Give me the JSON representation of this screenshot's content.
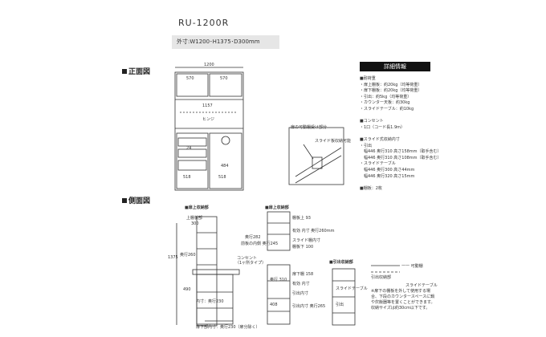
{
  "model": "RU-1200R",
  "dimensions_bar": "外寸:W1200･H1375･D300mm",
  "sections": {
    "front": "正面図",
    "side": "側面図"
  },
  "front": {
    "width_label": "1200",
    "upper_left": "570",
    "upper_right": "570",
    "mid_width": "1157",
    "hinge_label": "ヒンジ",
    "lower_h": "24",
    "lower_left": "518",
    "lower_right": "518",
    "lower_mid": "484"
  },
  "spec": {
    "title": "詳細情報",
    "lines": [
      "■耐荷重",
      "・扉上棚板：約20kg（均等荷重）",
      "・扉下棚板：約20kg（均等荷重）",
      "・引出：約5kg（均等荷重）",
      "・カウンター天板：約30kg",
      "・スライドテーブル：約10kg",
      "",
      "■コンセント",
      "・1口（コード長1.9m）",
      "",
      "■スライド式収納内寸",
      "・引出",
      "　幅446 奥行310 高さ158mm（取手含む）",
      "　幅446 奥行310 高さ108mm（取手含む）",
      "・スライドテーブル",
      "　幅446 奥行300 高さ44mm",
      "　幅446 奥行320 高さ15mm",
      "",
      "■棚板：2枚"
    ]
  },
  "detail": {
    "caption": "扉の可動棚受け部分",
    "callout": "スライド板収納可能"
  },
  "side": {
    "door_label": "■扉上収納部",
    "shelf_label": "■扉上収納部",
    "drawer_label": "■引出収納部",
    "height_label": "1375",
    "top_label": "上棚板部",
    "depth_top": "300",
    "mid_label": "奥行260",
    "outlet_label": "コンセント",
    "outlet_note": "（1ヶ所タイプ）",
    "h_lower": "490",
    "bottom_label": "内寸：奥行230",
    "bottom_note": "扉下部内寸：奥行230（扉分除く）",
    "shelf_notes": [
      "棚板上 93",
      "有効 内寸 奥行260mm",
      "スライド棚内寸"
    ],
    "shelf_notes_b": [
      "棚板下 100",
      "奥行282",
      "前板の内側 奥行245"
    ],
    "lower_notes": [
      "扉下棚 158",
      "有効 内寸",
      "引出内寸",
      "引出内寸 奥行265"
    ],
    "lower_side": [
      "奥行 310",
      "408"
    ],
    "drawer_notes": [
      "スライドテーブル",
      "引出"
    ]
  },
  "legend": {
    "l1": "一一 可動棚",
    "l2": "引出収納部",
    "l3": "スライドテーブル"
  },
  "footnote": "※扉下の棚板を外して使用する場合、下段のカウンタースペースに鍋や炊飯器等を置くことができます。収納サイズは約30cm以下です。"
}
